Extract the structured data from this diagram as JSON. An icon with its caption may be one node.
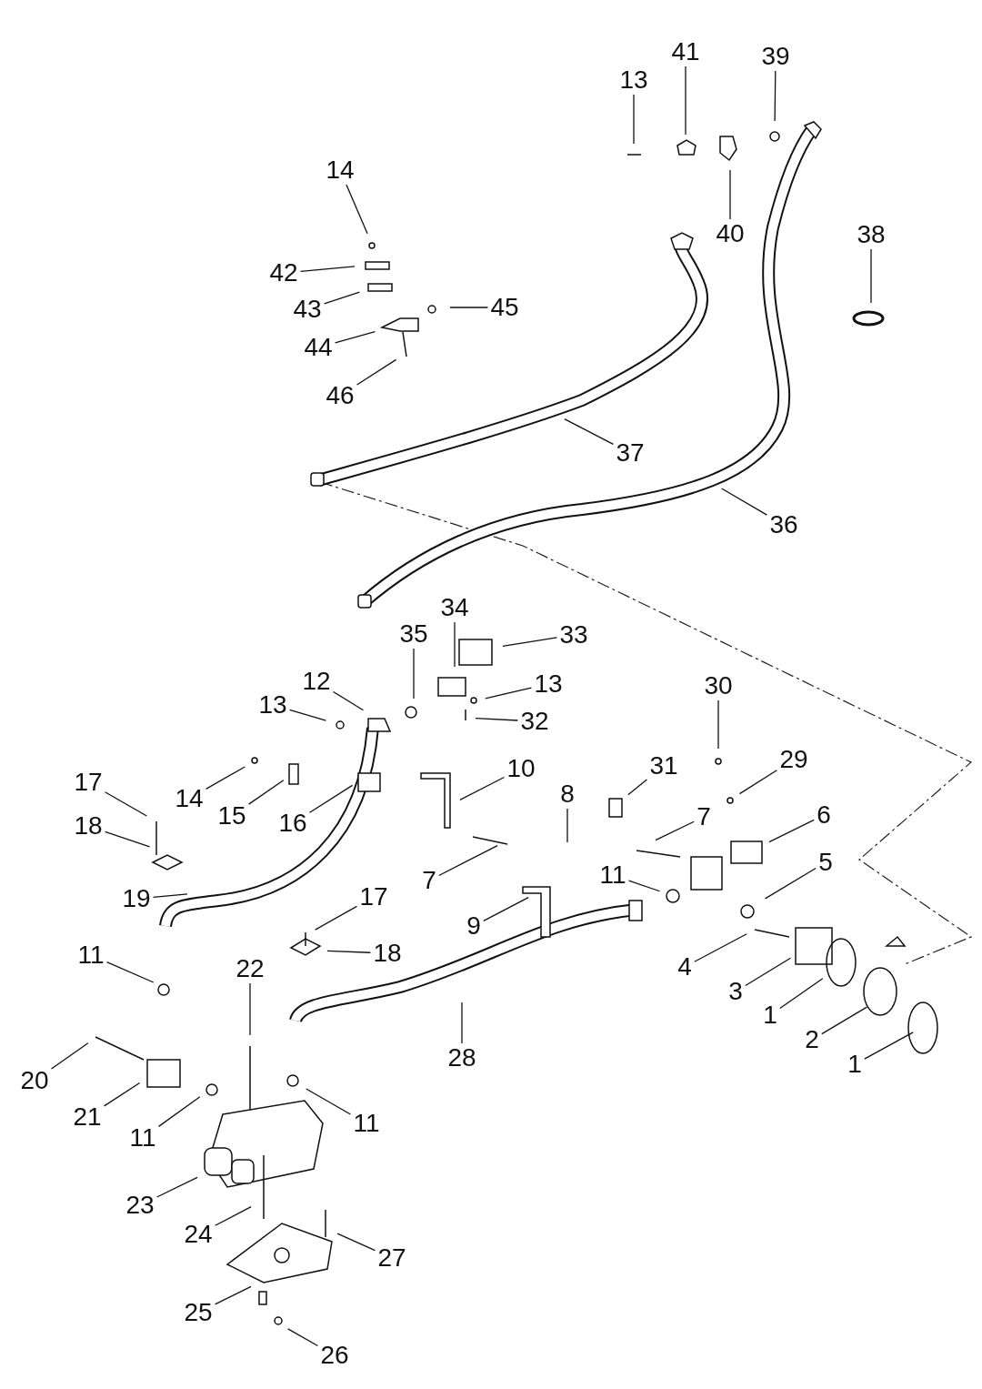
{
  "diagram": {
    "nodes": [
      {
        "text": [
          "13"
        ]
      },
      {
        "text": [
          "41"
        ]
      },
      {
        "text": [
          "39"
        ]
      },
      {
        "text": [
          "14"
        ]
      },
      {
        "text": [
          "40"
        ]
      },
      {
        "text": [
          "38"
        ]
      },
      {
        "text": [
          "42"
        ]
      },
      {
        "text": [
          "43"
        ]
      },
      {
        "text": [
          "45"
        ]
      },
      {
        "text": [
          "44"
        ]
      },
      {
        "text": [
          "46"
        ]
      },
      {
        "text": [
          "37"
        ]
      },
      {
        "text": [
          "36"
        ]
      },
      {
        "text": [
          "34"
        ]
      },
      {
        "text": [
          "33"
        ]
      },
      {
        "text": [
          "35"
        ]
      },
      {
        "text": [
          "12"
        ]
      },
      {
        "text": [
          "13"
        ]
      },
      {
        "text": [
          "13"
        ]
      },
      {
        "text": [
          "30"
        ]
      },
      {
        "text": [
          "32"
        ]
      },
      {
        "text": [
          "29"
        ]
      },
      {
        "text": [
          "31"
        ]
      },
      {
        "text": [
          "17"
        ]
      },
      {
        "text": [
          "14"
        ]
      },
      {
        "text": [
          "10"
        ]
      },
      {
        "text": [
          "15"
        ]
      },
      {
        "text": [
          "16"
        ]
      },
      {
        "text": [
          "8"
        ]
      },
      {
        "text": [
          "7"
        ]
      },
      {
        "text": [
          "6"
        ]
      },
      {
        "text": [
          "18"
        ]
      },
      {
        "text": [
          "19"
        ]
      },
      {
        "text": [
          "7"
        ]
      },
      {
        "text": [
          "11"
        ]
      },
      {
        "text": [
          "5"
        ]
      },
      {
        "text": [
          "9"
        ]
      },
      {
        "text": [
          "17"
        ]
      },
      {
        "text": [
          "4"
        ]
      },
      {
        "text": [
          "11"
        ]
      },
      {
        "text": [
          "22"
        ]
      },
      {
        "text": [
          "18"
        ]
      },
      {
        "text": [
          "3"
        ]
      },
      {
        "text": [
          "1"
        ]
      },
      {
        "text": [
          "2"
        ]
      },
      {
        "text": [
          "28"
        ]
      },
      {
        "text": [
          "1"
        ]
      },
      {
        "text": [
          "20"
        ]
      },
      {
        "text": [
          "21"
        ]
      },
      {
        "text": [
          "11"
        ]
      },
      {
        "text": [
          "11"
        ]
      },
      {
        "text": [
          "23"
        ]
      },
      {
        "text": [
          "27"
        ]
      },
      {
        "text": [
          "24"
        ]
      },
      {
        "text": [
          "25"
        ]
      },
      {
        "text": [
          "26"
        ]
      }
    ],
    "edges": [
      {
        "from": 0,
        "to": null,
        "arrow": "none"
      },
      {
        "from": 1,
        "to": null,
        "arrow": "none"
      },
      {
        "from": 2,
        "to": null,
        "arrow": "none"
      },
      {
        "from": 3,
        "to": null,
        "arrow": "none"
      },
      {
        "from": 4,
        "to": null,
        "arrow": "none"
      },
      {
        "from": 5,
        "to": null,
        "arrow": "none"
      },
      {
        "from": 6,
        "to": null,
        "arrow": "none"
      },
      {
        "from": 7,
        "to": null,
        "arrow": "none"
      },
      {
        "from": 8,
        "to": null,
        "arrow": "none"
      },
      {
        "from": 9,
        "to": null,
        "arrow": "none"
      },
      {
        "from": 10,
        "to": null,
        "arrow": "none"
      },
      {
        "from": 11,
        "to": null,
        "arrow": "none"
      },
      {
        "from": 12,
        "to": null,
        "arrow": "none"
      },
      {
        "from": 13,
        "to": null,
        "arrow": "none"
      },
      {
        "from": 14,
        "to": null,
        "arrow": "none"
      },
      {
        "from": 15,
        "to": null,
        "arrow": "none"
      },
      {
        "from": 16,
        "to": null,
        "arrow": "none"
      },
      {
        "from": 17,
        "to": null,
        "arrow": "none"
      },
      {
        "from": 18,
        "to": null,
        "arrow": "none"
      },
      {
        "from": 19,
        "to": null,
        "arrow": "none"
      },
      {
        "from": 20,
        "to": null,
        "arrow": "none"
      },
      {
        "from": 21,
        "to": null,
        "arrow": "none"
      },
      {
        "from": 22,
        "to": null,
        "arrow": "none"
      },
      {
        "from": 23,
        "to": null,
        "arrow": "none"
      },
      {
        "from": 24,
        "to": null,
        "arrow": "none"
      },
      {
        "from": 25,
        "to": null,
        "arrow": "none"
      },
      {
        "from": 26,
        "to": null,
        "arrow": "none"
      },
      {
        "from": 27,
        "to": null,
        "arrow": "none"
      },
      {
        "from": 28,
        "to": null,
        "arrow": "none"
      },
      {
        "from": 29,
        "to": null,
        "arrow": "none"
      },
      {
        "from": 30,
        "to": null,
        "arrow": "none"
      },
      {
        "from": 31,
        "to": null,
        "arrow": "none"
      },
      {
        "from": 32,
        "to": null,
        "arrow": "none"
      },
      {
        "from": 33,
        "to": null,
        "arrow": "none"
      },
      {
        "from": 34,
        "to": null,
        "arrow": "none"
      },
      {
        "from": 35,
        "to": null,
        "arrow": "none"
      },
      {
        "from": 36,
        "to": null,
        "arrow": "none"
      },
      {
        "from": 37,
        "to": null,
        "arrow": "none"
      },
      {
        "from": 38,
        "to": null,
        "arrow": "none"
      },
      {
        "from": 39,
        "to": null,
        "arrow": "none"
      },
      {
        "from": 40,
        "to": null,
        "arrow": "none"
      },
      {
        "from": 41,
        "to": null,
        "arrow": "none"
      },
      {
        "from": 42,
        "to": null,
        "arrow": "none"
      },
      {
        "from": 43,
        "to": null,
        "arrow": "none"
      },
      {
        "from": 44,
        "to": null,
        "arrow": "none"
      },
      {
        "from": 45,
        "to": null,
        "arrow": "none"
      },
      {
        "from": 46,
        "to": null,
        "arrow": "none"
      },
      {
        "from": 47,
        "to": null,
        "arrow": "none"
      },
      {
        "from": 48,
        "to": null,
        "arrow": "none"
      },
      {
        "from": 49,
        "to": null,
        "arrow": "none"
      },
      {
        "from": 50,
        "to": null,
        "arrow": "none"
      },
      {
        "from": 51,
        "to": null,
        "arrow": "none"
      },
      {
        "from": 52,
        "to": null,
        "arrow": "none"
      },
      {
        "from": 53,
        "to": null,
        "arrow": "none"
      },
      {
        "from": 54,
        "to": null,
        "arrow": "none"
      },
      {
        "from": 55,
        "to": null,
        "arrow": "none"
      }
    ]
  }
}
